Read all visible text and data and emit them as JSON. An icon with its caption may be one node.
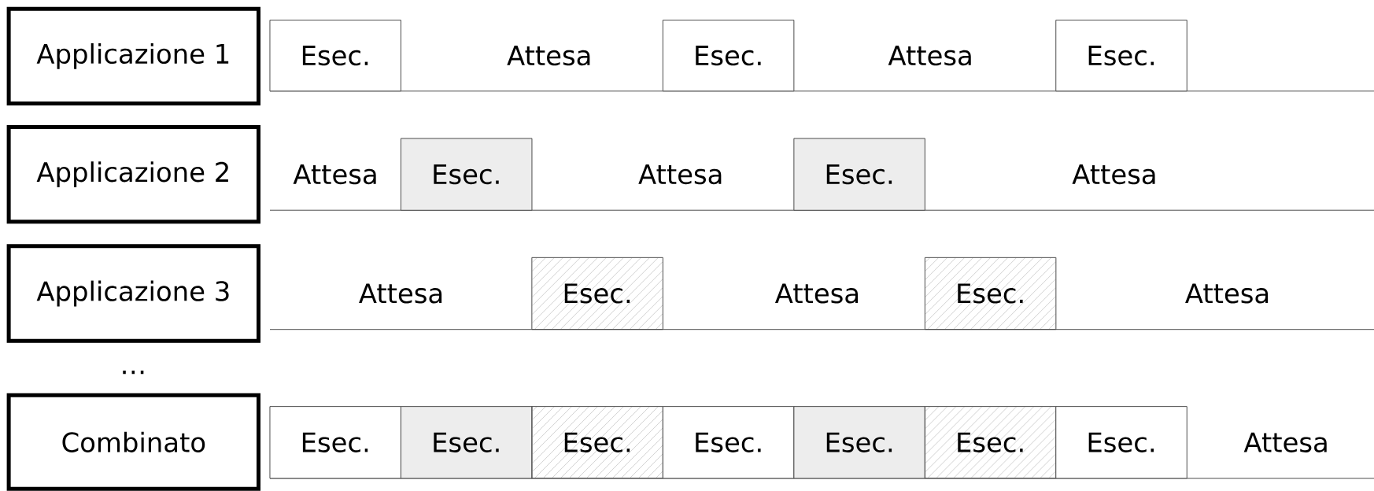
{
  "diagram": {
    "nodes": [
      {
        "text": [
          "Applicazione 1"
        ]
      },
      {
        "text": [
          "Esec."
        ]
      },
      {
        "text": [
          "Esec."
        ]
      },
      {
        "text": [
          "Esec."
        ]
      },
      {
        "text": [
          "Applicazione 2"
        ]
      },
      {
        "text": [
          "Esec."
        ]
      },
      {
        "text": [
          "Esec."
        ]
      },
      {
        "text": [
          "Applicazione 3"
        ]
      },
      {
        "text": [
          "Esec."
        ]
      },
      {
        "text": [
          "Esec."
        ]
      },
      {
        "text": [
          "Combinato"
        ]
      },
      {
        "text": [
          "Esec."
        ]
      },
      {
        "text": [
          "Esec."
        ]
      },
      {
        "text": [
          "Esec."
        ]
      },
      {
        "text": [
          "Esec."
        ]
      },
      {
        "text": [
          "Esec."
        ]
      },
      {
        "text": [
          "Esec."
        ]
      },
      {
        "text": [
          "Esec."
        ]
      }
    ],
    "labels": [
      "Attesa",
      "Attesa",
      "Attesa",
      "Attesa",
      "Attesa",
      "Attesa",
      "Attesa",
      "Attesa",
      "…",
      "Attesa"
    ]
  }
}
